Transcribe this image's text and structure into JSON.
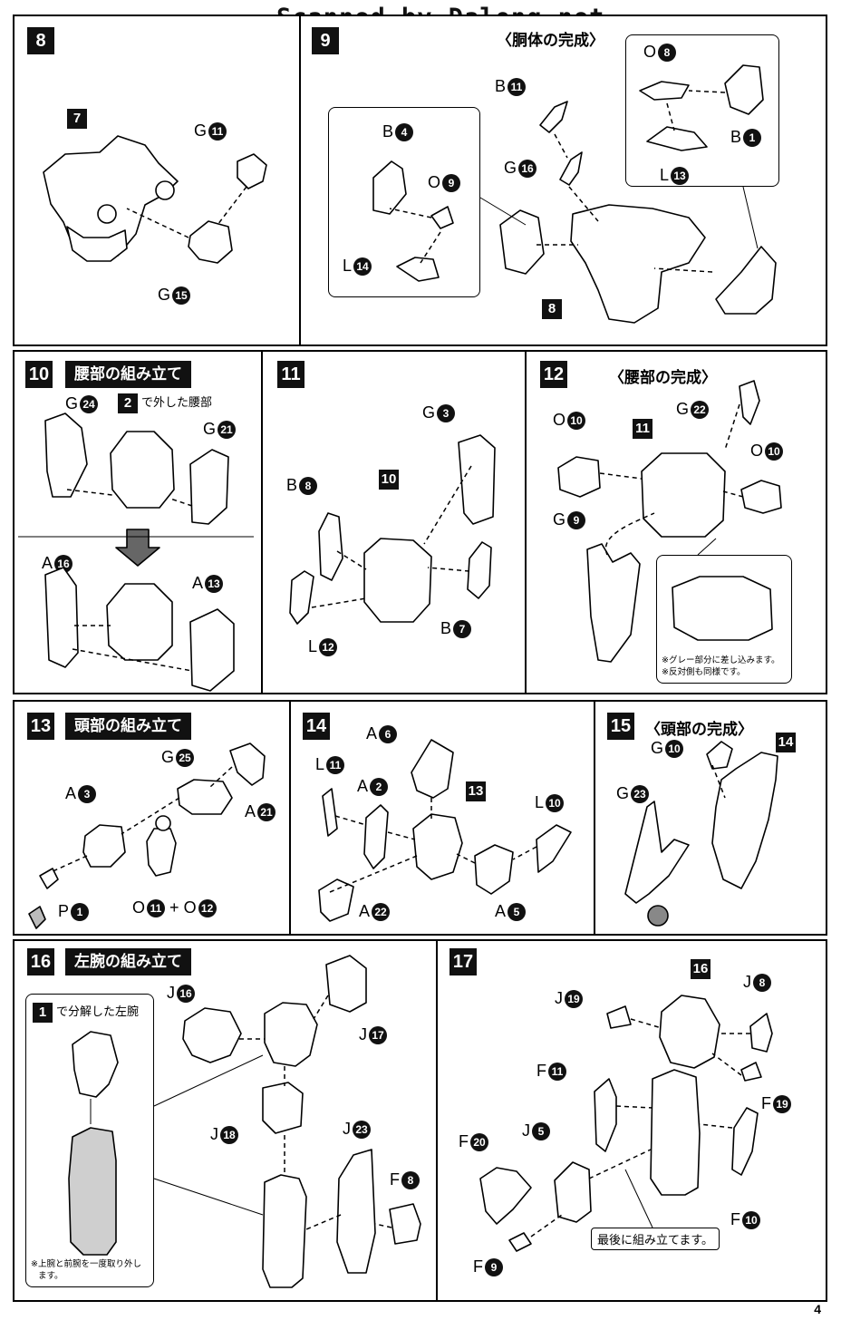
{
  "watermark": "Scanned by Dalong.net",
  "page_number": "4",
  "steps": {
    "s8": {
      "num": "8",
      "ref": "7",
      "labels": [
        "G",
        "G"
      ],
      "circles": [
        "11",
        "15"
      ]
    },
    "s9": {
      "num": "9",
      "title": "〈胴体の完成〉",
      "ref": "8",
      "labels": {
        "b11": "B",
        "g16": "G",
        "b4": "B",
        "o9": "O",
        "l14": "L",
        "o8": "O",
        "b1": "B",
        "l13": "L"
      },
      "circles": {
        "b11": "11",
        "g16": "16",
        "b4": "4",
        "o9": "9",
        "l14": "14",
        "o8": "8",
        "b1": "1",
        "l13": "13"
      }
    },
    "s10": {
      "num": "10",
      "title": "腰部の組み立て",
      "ref": "2",
      "ref_text": "で外した腰部",
      "labels": {
        "g24": "G",
        "g21": "G",
        "a16": "A",
        "a13": "A"
      },
      "circles": {
        "g24": "24",
        "g21": "21",
        "a16": "16",
        "a13": "13"
      }
    },
    "s11": {
      "num": "11",
      "ref": "10",
      "labels": {
        "g3": "G",
        "b8": "B",
        "l12": "L",
        "b7": "B"
      },
      "circles": {
        "g3": "3",
        "b8": "8",
        "l12": "12",
        "b7": "7"
      }
    },
    "s12": {
      "num": "12",
      "title": "〈腰部の完成〉",
      "ref": "11",
      "labels": {
        "g22": "G",
        "o10a": "O",
        "o10b": "O",
        "g9": "G"
      },
      "circles": {
        "g22": "22",
        "o10a": "10",
        "o10b": "10",
        "g9": "9"
      },
      "note1": "※グレー部分に差し込みます。",
      "note2": "※反対側も同様です。"
    },
    "s13": {
      "num": "13",
      "title": "頭部の組み立て",
      "labels": {
        "g25": "G",
        "a3": "A",
        "a21": "A",
        "p1": "P",
        "o11": "O",
        "o12": "O",
        "plus": "+"
      },
      "circles": {
        "g25": "25",
        "a3": "3",
        "a21": "21",
        "p1": "1",
        "o11": "11",
        "o12": "12"
      }
    },
    "s14": {
      "num": "14",
      "ref": "13",
      "labels": {
        "a6": "A",
        "l11": "L",
        "a2": "A",
        "l10": "L",
        "a22": "A",
        "a5": "A"
      },
      "circles": {
        "a6": "6",
        "l11": "11",
        "a2": "2",
        "l10": "10",
        "a22": "22",
        "a5": "5"
      }
    },
    "s15": {
      "num": "15",
      "title": "〈頭部の完成〉",
      "ref": "14",
      "labels": {
        "g10": "G",
        "g23": "G"
      },
      "circles": {
        "g10": "10",
        "g23": "23"
      }
    },
    "s16": {
      "num": "16",
      "title": "左腕の組み立て",
      "ref": "1",
      "ref_text": "で分解した左腕",
      "labels": {
        "j16": "J",
        "j17": "J",
        "j18": "J",
        "j23": "J",
        "f8": "F"
      },
      "circles": {
        "j16": "16",
        "j17": "17",
        "j18": "18",
        "j23": "23",
        "f8": "8"
      },
      "note1": "※上腕と前腕を一度取り外し",
      "note2": "ます。"
    },
    "s17": {
      "num": "17",
      "ref": "16",
      "labels": {
        "j8": "J",
        "j19": "J",
        "f11": "F",
        "f19": "F",
        "f20": "F",
        "j5": "J",
        "f10": "F",
        "f9": "F"
      },
      "circles": {
        "j8": "8",
        "j19": "19",
        "f11": "11",
        "f19": "19",
        "f20": "20",
        "j5": "5",
        "f10": "10",
        "f9": "9"
      },
      "badge": "最後に組み立てます。"
    }
  }
}
